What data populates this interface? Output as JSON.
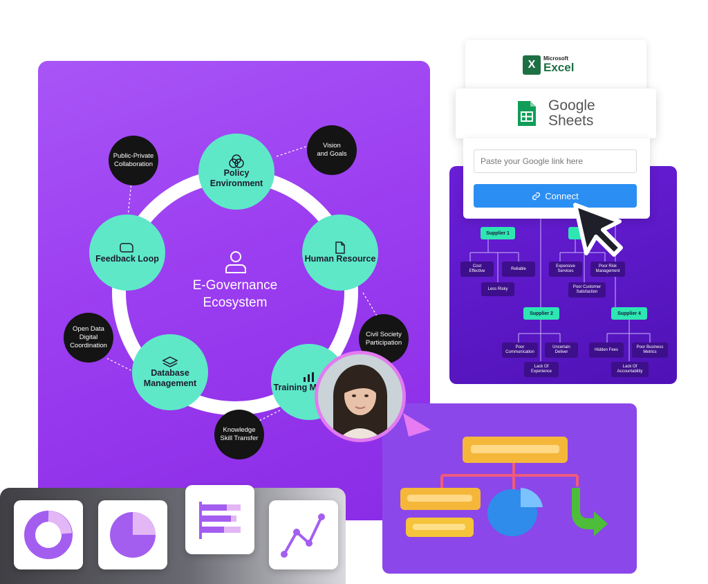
{
  "ecosystem": {
    "title": "E-Governance Ecosystem",
    "nodes": [
      {
        "label": "Policy Environment",
        "icon": "venn-circles-icon"
      },
      {
        "label": "Human Resource",
        "icon": "document-icon"
      },
      {
        "label": "Training Modules",
        "icon": "training-chart-icon"
      },
      {
        "label": "Database Management",
        "icon": "layers-icon"
      },
      {
        "label": "Feedback Loop",
        "icon": "chat-bubble-icon"
      }
    ],
    "satellites": [
      "Vision\nand Goals",
      "Civil Society\nParticipation",
      "Knowledge\nSkill Transfer",
      "Open Data\nDigital\nCoordination",
      "Public-Private\nCollaboration"
    ]
  },
  "integrations": {
    "excel": {
      "brand_small": "Microsoft",
      "brand_name": "Excel",
      "color": "#1d7044"
    },
    "sheets": {
      "brand_name": "Google\nSheets",
      "color": "#0f9d58"
    },
    "link_input": {
      "placeholder": "Paste your Google link here",
      "value": ""
    },
    "connect_button": {
      "label": "Connect",
      "icon": "link-icon",
      "color": "#2b8ef3"
    }
  },
  "supplier_tree": {
    "suppliers": [
      "Supplier 1",
      "Supplier 2",
      "Supplier 4"
    ],
    "risks": [
      "Cost\nEffective",
      "Reliable",
      "Less Risky",
      "Expensive\nServices",
      "Poor Risk\nManagement",
      "Poor Customer\nSatisfaction",
      "Poor\nCommunication",
      "Uncertain\nDeliver",
      "Lack Of\nExperience",
      "Hidden Fees",
      "Poor Business\nMetrics",
      "Lack Of\nAccountability"
    ]
  },
  "chart_tiles": [
    "donut-chart-icon",
    "pie-chart-icon",
    "bar-chart-icon",
    "line-chart-icon"
  ],
  "colors": {
    "panel_purple": "#a855f7",
    "node_teal": "#5ee8c8",
    "tree_purple": "#5a17c4",
    "accent_green": "#2ee6b2"
  }
}
